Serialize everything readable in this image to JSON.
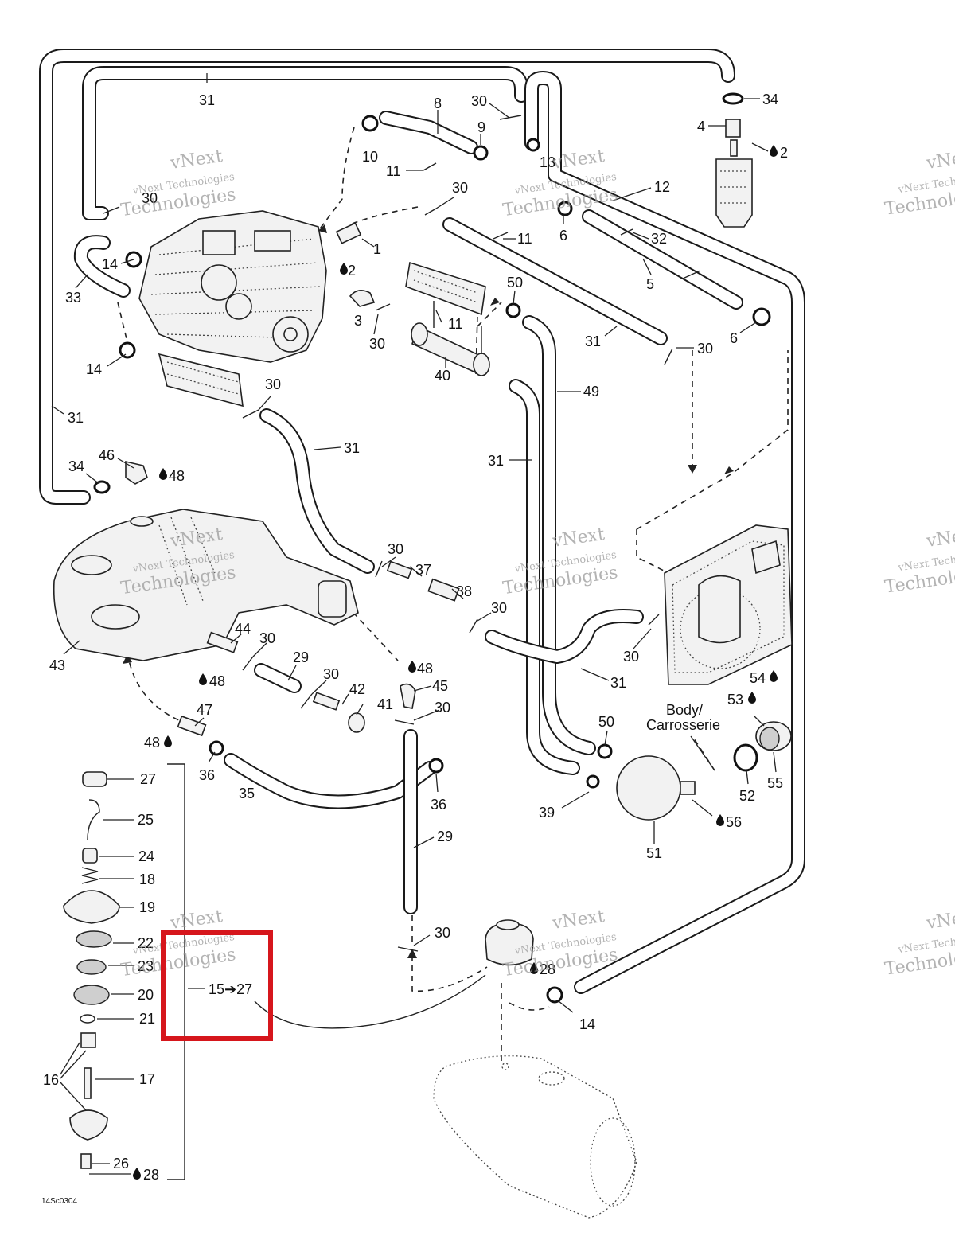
{
  "diagram": {
    "callouts": [
      {
        "id": "c31a",
        "text": "31"
      },
      {
        "id": "c8",
        "text": "8"
      },
      {
        "id": "c30a",
        "text": "30"
      },
      {
        "id": "c34a",
        "text": "34"
      },
      {
        "id": "c4",
        "text": "4"
      },
      {
        "id": "c2a",
        "text": "2"
      },
      {
        "id": "c9",
        "text": "9"
      },
      {
        "id": "c13",
        "text": "13"
      },
      {
        "id": "c10",
        "text": "10"
      },
      {
        "id": "c11a",
        "text": "11"
      },
      {
        "id": "c30b",
        "text": "30"
      },
      {
        "id": "c12",
        "text": "12"
      },
      {
        "id": "c30c",
        "text": "30"
      },
      {
        "id": "c6a",
        "text": "6"
      },
      {
        "id": "c11b",
        "text": "11"
      },
      {
        "id": "c32",
        "text": "32"
      },
      {
        "id": "c1",
        "text": "1"
      },
      {
        "id": "c14a",
        "text": "14"
      },
      {
        "id": "c2b",
        "text": "2"
      },
      {
        "id": "c33",
        "text": "33"
      },
      {
        "id": "c5",
        "text": "5"
      },
      {
        "id": "c50a",
        "text": "50"
      },
      {
        "id": "c3",
        "text": "3"
      },
      {
        "id": "c11c",
        "text": "11"
      },
      {
        "id": "c30d",
        "text": "30"
      },
      {
        "id": "c31b",
        "text": "31"
      },
      {
        "id": "c30e",
        "text": "30"
      },
      {
        "id": "c6b",
        "text": "6"
      },
      {
        "id": "c14b",
        "text": "14"
      },
      {
        "id": "c40",
        "text": "40"
      },
      {
        "id": "c49",
        "text": "49"
      },
      {
        "id": "c30f",
        "text": "30"
      },
      {
        "id": "c31c",
        "text": "31"
      },
      {
        "id": "c31d",
        "text": "31"
      },
      {
        "id": "c31e",
        "text": "31"
      },
      {
        "id": "c46",
        "text": "46"
      },
      {
        "id": "c34b",
        "text": "34"
      },
      {
        "id": "c48a",
        "text": "48"
      },
      {
        "id": "c30g",
        "text": "30"
      },
      {
        "id": "c37",
        "text": "37"
      },
      {
        "id": "c38",
        "text": "38"
      },
      {
        "id": "c30h",
        "text": "30"
      },
      {
        "id": "c44",
        "text": "44"
      },
      {
        "id": "c30i",
        "text": "30"
      },
      {
        "id": "c29a",
        "text": "29"
      },
      {
        "id": "c43",
        "text": "43"
      },
      {
        "id": "c48b",
        "text": "48"
      },
      {
        "id": "c48c",
        "text": "48"
      },
      {
        "id": "c30j",
        "text": "30"
      },
      {
        "id": "c42",
        "text": "42"
      },
      {
        "id": "c45",
        "text": "45"
      },
      {
        "id": "c30k",
        "text": "30"
      },
      {
        "id": "c31f",
        "text": "31"
      },
      {
        "id": "c30l",
        "text": "30"
      },
      {
        "id": "c54",
        "text": "54"
      },
      {
        "id": "c41",
        "text": "41"
      },
      {
        "id": "c30m",
        "text": "30"
      },
      {
        "id": "c53",
        "text": "53"
      },
      {
        "id": "c47",
        "text": "47"
      },
      {
        "id": "c50b",
        "text": "50"
      },
      {
        "id": "c48d",
        "text": "48"
      },
      {
        "id": "c36a",
        "text": "36"
      },
      {
        "id": "c35",
        "text": "35"
      },
      {
        "id": "c36b",
        "text": "36"
      },
      {
        "id": "c52",
        "text": "52"
      },
      {
        "id": "c55",
        "text": "55"
      },
      {
        "id": "c39",
        "text": "39"
      },
      {
        "id": "c56",
        "text": "56"
      },
      {
        "id": "c51",
        "text": "51"
      },
      {
        "id": "c29b",
        "text": "29"
      },
      {
        "id": "c27",
        "text": "27"
      },
      {
        "id": "c25",
        "text": "25"
      },
      {
        "id": "c24",
        "text": "24"
      },
      {
        "id": "c18",
        "text": "18"
      },
      {
        "id": "c19",
        "text": "19"
      },
      {
        "id": "c22",
        "text": "22"
      },
      {
        "id": "c23",
        "text": "23"
      },
      {
        "id": "c20",
        "text": "20"
      },
      {
        "id": "c21",
        "text": "21"
      },
      {
        "id": "c16",
        "text": "16"
      },
      {
        "id": "c17",
        "text": "17"
      },
      {
        "id": "c26",
        "text": "26"
      },
      {
        "id": "c28a",
        "text": "28"
      },
      {
        "id": "c30n",
        "text": "30"
      },
      {
        "id": "c28b",
        "text": "28"
      },
      {
        "id": "c14c",
        "text": "14"
      }
    ],
    "body_label_line1": "Body/",
    "body_label_line2": "Carrosserie",
    "range_label": "15➔27",
    "figure_code": "14Sc0304",
    "watermark_line1": "vNext",
    "watermark_line2": "Technologies",
    "watermark_small": "vNext Technologies",
    "highlight_color": "#d6161c"
  }
}
